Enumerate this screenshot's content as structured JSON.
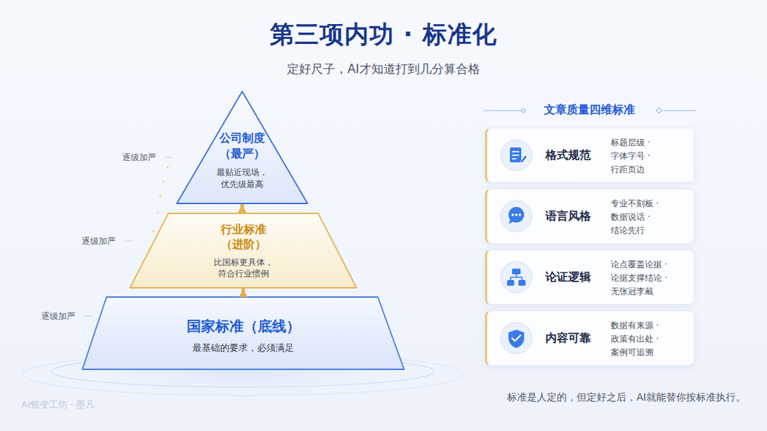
{
  "diagram": {
    "title": "第三项内功 · 标准化",
    "caption": "标准是人定的，但定好之后，AI就能替你按标准执行。",
    "nodes": [
      {
        "text": [
          "公司制度 （最严）",
          "最贴近现场， 优先级最高"
        ]
      },
      {
        "text": [
          "行业标准 （进阶）",
          "比国标更具体， 符合行业惯例"
        ]
      },
      {
        "text": [
          "国家标准（底线）",
          "最基础的要求，必须满足"
        ]
      },
      {
        "text": [
          "格式规范",
          "标题层级 ·",
          "字体字号 ·",
          "行距页边"
        ]
      },
      {
        "text": [
          "语言风格",
          "专业不刻板 ·",
          "数据说话 ·",
          "结论先行"
        ]
      },
      {
        "text": [
          "论证逻辑",
          "论点覆盖论据 ·",
          "论据支撑结论 ·",
          "无张冠李戴"
        ]
      },
      {
        "text": [
          "内容可靠",
          "数据有来源 ·",
          "政策有出处 ·",
          "案例可追溯"
        ]
      }
    ],
    "edges": [
      {
        "from": 2,
        "to": 1,
        "arrow": "to"
      },
      {
        "from": 1,
        "to": 0,
        "arrow": "to"
      }
    ],
    "labels": [
      "定好尺子，AI才知道打到几分算合格",
      "逐级加严",
      "逐级加严",
      "逐级加严",
      "文章质量四维标准",
      "AI蜕变工坊 · 墨凡"
    ]
  }
}
